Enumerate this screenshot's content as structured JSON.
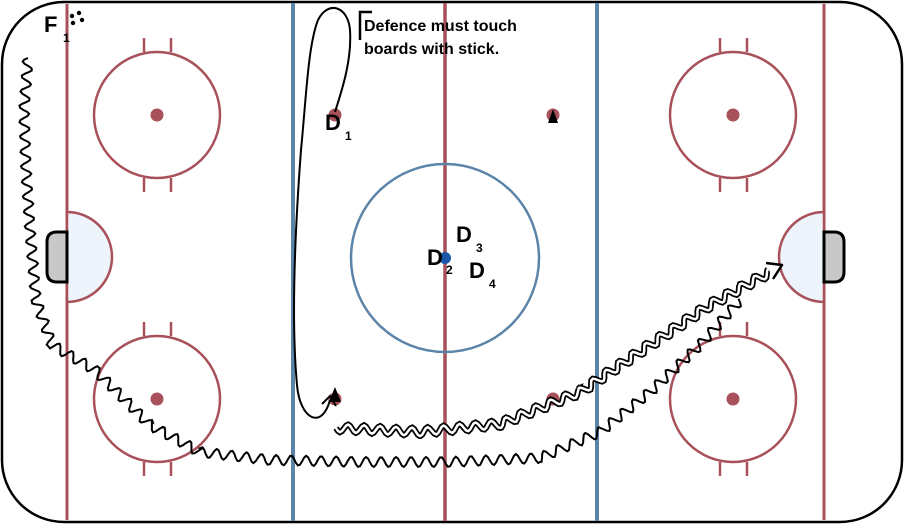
{
  "annotation": {
    "line1": "Defence must touch",
    "line2": "boards with stick."
  },
  "players": {
    "f1": {
      "letter": "F",
      "sub": "1"
    },
    "d1": {
      "letter": "D",
      "sub": "1"
    },
    "d2": {
      "letter": "D",
      "sub": "2"
    },
    "d3": {
      "letter": "D",
      "sub": "3"
    },
    "d4": {
      "letter": "D",
      "sub": "4"
    }
  },
  "colors": {
    "red_line": "#a8515a",
    "blue_line": "#5b84a8",
    "boards": "#000000",
    "crease": "#eef4fb",
    "net": "#c8c8c8",
    "puck": "#1a57a8"
  },
  "icons": {
    "pucks": "three-dot-puck-icon",
    "cones": "cone-icon"
  }
}
